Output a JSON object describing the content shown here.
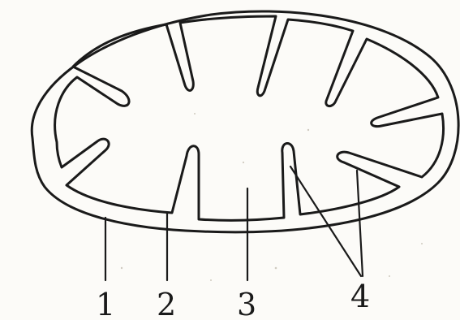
{
  "diagram": {
    "subject": "mitochondrion",
    "labels": [
      {
        "id": "1",
        "text": "1"
      },
      {
        "id": "2",
        "text": "2"
      },
      {
        "id": "3",
        "text": "3"
      },
      {
        "id": "4",
        "text": "4"
      }
    ],
    "colors": {
      "ink": "#1a1a1a",
      "paper": "#fcfbf8"
    }
  }
}
